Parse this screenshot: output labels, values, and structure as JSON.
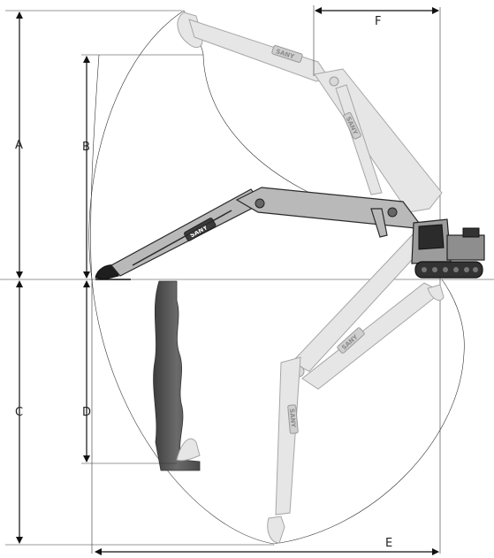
{
  "diagram": {
    "brand": "SANY",
    "dimension_labels": {
      "a": "A",
      "b": "B",
      "c": "C",
      "d": "D",
      "e": "E",
      "f": "F"
    },
    "colors": {
      "ghost_machine": "#d9d9d9",
      "main_machine": "#b9b9b9",
      "trench": "#555555",
      "lines": "#111111"
    }
  }
}
